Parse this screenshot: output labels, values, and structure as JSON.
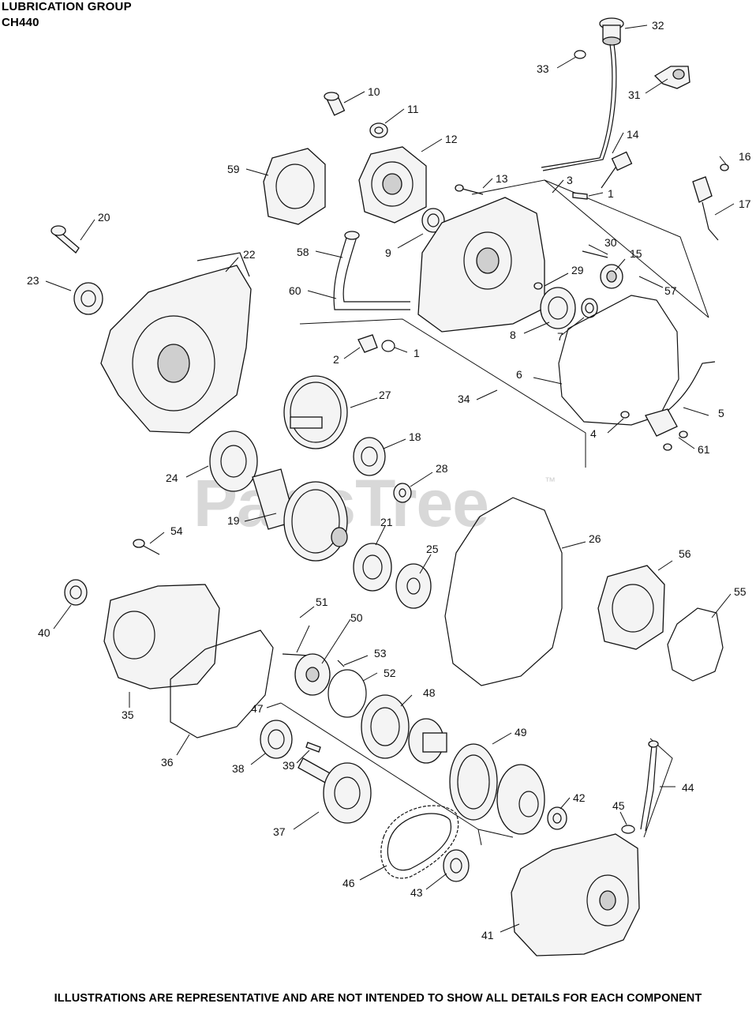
{
  "header": {
    "title": "LUBRICATION GROUP",
    "subtitle": "CH440"
  },
  "footer": {
    "note": "ILLUSTRATIONS ARE REPRESENTATIVE AND ARE NOT INTENDED TO SHOW ALL DETAILS FOR EACH COMPONENT"
  },
  "watermark": {
    "text": "PartsTree",
    "tm": "™"
  },
  "callouts": {
    "c1a": "1",
    "c1b": "1",
    "c2": "2",
    "c3": "3",
    "c4": "4",
    "c5": "5",
    "c6": "6",
    "c7": "7",
    "c8": "8",
    "c9": "9",
    "c10": "10",
    "c11": "11",
    "c12": "12",
    "c13": "13",
    "c14": "14",
    "c15": "15",
    "c16": "16",
    "c17": "17",
    "c18": "18",
    "c19": "19",
    "c20": "20",
    "c21": "21",
    "c22": "22",
    "c23": "23",
    "c24": "24",
    "c25": "25",
    "c26": "26",
    "c27": "27",
    "c28": "28",
    "c29": "29",
    "c30": "30",
    "c31": "31",
    "c32": "32",
    "c33": "33",
    "c34": "34",
    "c35": "35",
    "c36": "36",
    "c37": "37",
    "c38": "38",
    "c39": "39",
    "c40": "40",
    "c41": "41",
    "c42": "42",
    "c43": "43",
    "c44": "44",
    "c45": "45",
    "c46": "46",
    "c47": "47",
    "c48": "48",
    "c49": "49",
    "c50": "50",
    "c51": "51",
    "c52": "52",
    "c53": "53",
    "c54": "54",
    "c55": "55",
    "c56": "56",
    "c57": "57",
    "c58": "58",
    "c59": "59",
    "c60": "60",
    "c61": "61"
  }
}
